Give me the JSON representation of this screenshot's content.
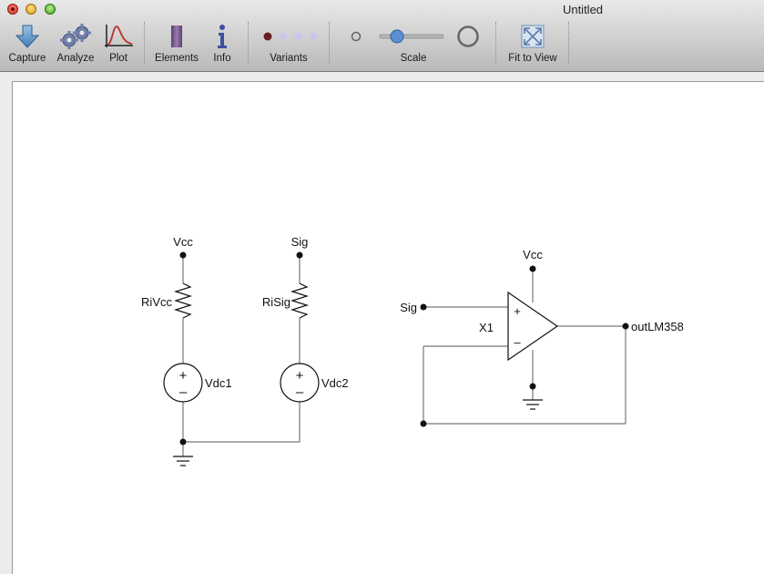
{
  "window": {
    "title": "Untitled"
  },
  "toolbar": {
    "capture": "Capture",
    "analyze": "Analyze",
    "plot": "Plot",
    "elements": "Elements",
    "info": "Info",
    "variants": "Variants",
    "scale": "Scale",
    "fit_to_view": "Fit to View"
  },
  "scale_slider": {
    "value": 0.25
  },
  "variants": {
    "selected_index": 0,
    "count": 4
  },
  "schematic": {
    "net_vcc_left": "Vcc",
    "net_sig_top": "Sig",
    "net_vcc_opamp": "Vcc",
    "net_sig_in": "Sig",
    "resistor1": "RiVcc",
    "resistor2": "RiSig",
    "source1": "Vdc1",
    "source2": "Vdc2",
    "opamp": "X1",
    "output": "outLM358",
    "plus_sign": "+",
    "minus_sign": "–"
  },
  "colors": {
    "wire": "#777777",
    "accent_slider": "#5b8fd0",
    "variant_active": "#6b1d1d",
    "variant_inactive": "#c8c8e6",
    "elements_icon": "#7b5b8e",
    "info_icon": "#4a5aa8"
  }
}
